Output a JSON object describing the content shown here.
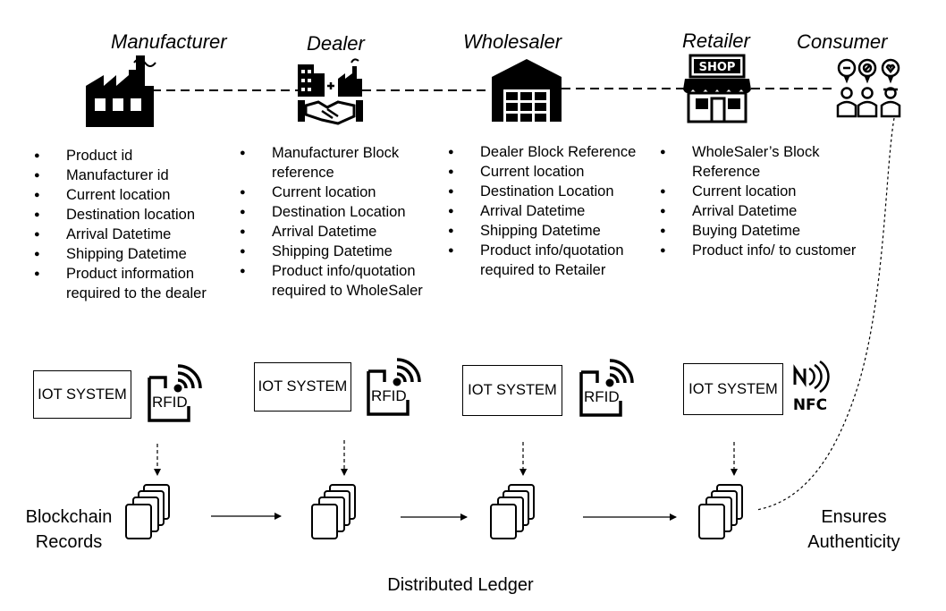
{
  "stages": [
    {
      "role": "Manufacturer",
      "icon": "factory-icon",
      "items": [
        "Product id",
        "Manufacturer id",
        "Current location",
        "Destination location",
        "Arrival Datetime",
        "Shipping Datetime",
        "Product information required to the dealer"
      ],
      "device": {
        "iot": "IOT SYSTEM",
        "tag": "RFID",
        "tag_icon": "rfid-tag-icon"
      }
    },
    {
      "role": "Dealer",
      "icon": "dealer-handshake-icon",
      "items": [
        "Manufacturer Block reference",
        "Current location",
        "Destination Location",
        "Arrival Datetime",
        "Shipping Datetime",
        "Product info/quotation required to WholeSaler"
      ],
      "device": {
        "iot": "IOT SYSTEM",
        "tag": "RFID",
        "tag_icon": "rfid-tag-icon"
      }
    },
    {
      "role": "Wholesaler",
      "icon": "warehouse-icon",
      "items": [
        "Dealer Block Reference",
        "Current location",
        "Destination Location",
        "Arrival Datetime",
        "Shipping Datetime",
        "Product info/quotation required to Retailer"
      ],
      "device": {
        "iot": "IOT SYSTEM",
        "tag": "RFID",
        "tag_icon": "rfid-tag-icon"
      }
    },
    {
      "role": "Retailer",
      "icon": "shop-icon",
      "shop_sign": "SHOP",
      "items": [
        "WholeSaler’s Block Reference",
        "Current location",
        "Arrival Datetime",
        "Buying Datetime",
        "Product info/ to customer"
      ],
      "device": {
        "iot": "IOT SYSTEM",
        "tag": "NFC",
        "tag_icon": "nfc-icon"
      }
    },
    {
      "role": "Consumer",
      "icon": "consumers-icon"
    }
  ],
  "left_label": "Blockchain Records",
  "right_label": "Ensures Authenticity",
  "bottom_label": "Distributed Ledger",
  "colors": {
    "ink": "#000000",
    "background": "#ffffff"
  }
}
